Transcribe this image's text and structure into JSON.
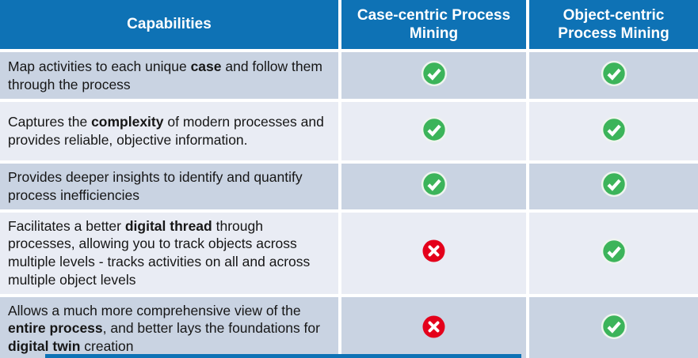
{
  "colors": {
    "header-blue": "#0e72b5",
    "row-dark": "#c9d3e2",
    "row-light": "#e9ecf4",
    "check-green": "#3cb45a",
    "check-ring": "#eef5ee",
    "cross-red": "#e4001b",
    "mark-white": "#ffffff"
  },
  "table": {
    "columns": [
      {
        "label": "Capabilities"
      },
      {
        "label": "Case-centric Process Mining"
      },
      {
        "label": "Object-centric Process Mining"
      }
    ],
    "rows": [
      {
        "capability": [
          {
            "t": "Map activities to each unique "
          },
          {
            "t": "case",
            "b": true
          },
          {
            "t": " and follow them through the process"
          }
        ],
        "case_centric": "yes",
        "object_centric": "yes"
      },
      {
        "capability": [
          {
            "t": "Captures the "
          },
          {
            "t": "complexity",
            "b": true
          },
          {
            "t": " of modern processes and provides reliable, objective information."
          }
        ],
        "case_centric": "yes",
        "object_centric": "yes"
      },
      {
        "capability": [
          {
            "t": "Provides deeper insights to identify and quantify process inefficiencies"
          }
        ],
        "case_centric": "yes",
        "object_centric": "yes"
      },
      {
        "capability": [
          {
            "t": "Facilitates a better "
          },
          {
            "t": "digital thread",
            "b": true
          },
          {
            "t": " through processes, allowing you to track objects across multiple levels - tracks activities on all and across multiple object levels"
          }
        ],
        "case_centric": "no",
        "object_centric": "yes"
      },
      {
        "capability": [
          {
            "t": "Allows a much more comprehensive view of the "
          },
          {
            "t": "entire process",
            "b": true
          },
          {
            "t": ", and better lays the foundations for "
          },
          {
            "t": "digital twin",
            "b": true
          },
          {
            "t": " creation"
          }
        ],
        "case_centric": "no",
        "object_centric": "yes"
      }
    ]
  },
  "icons": {
    "yes": "check-icon",
    "no": "cross-icon"
  }
}
